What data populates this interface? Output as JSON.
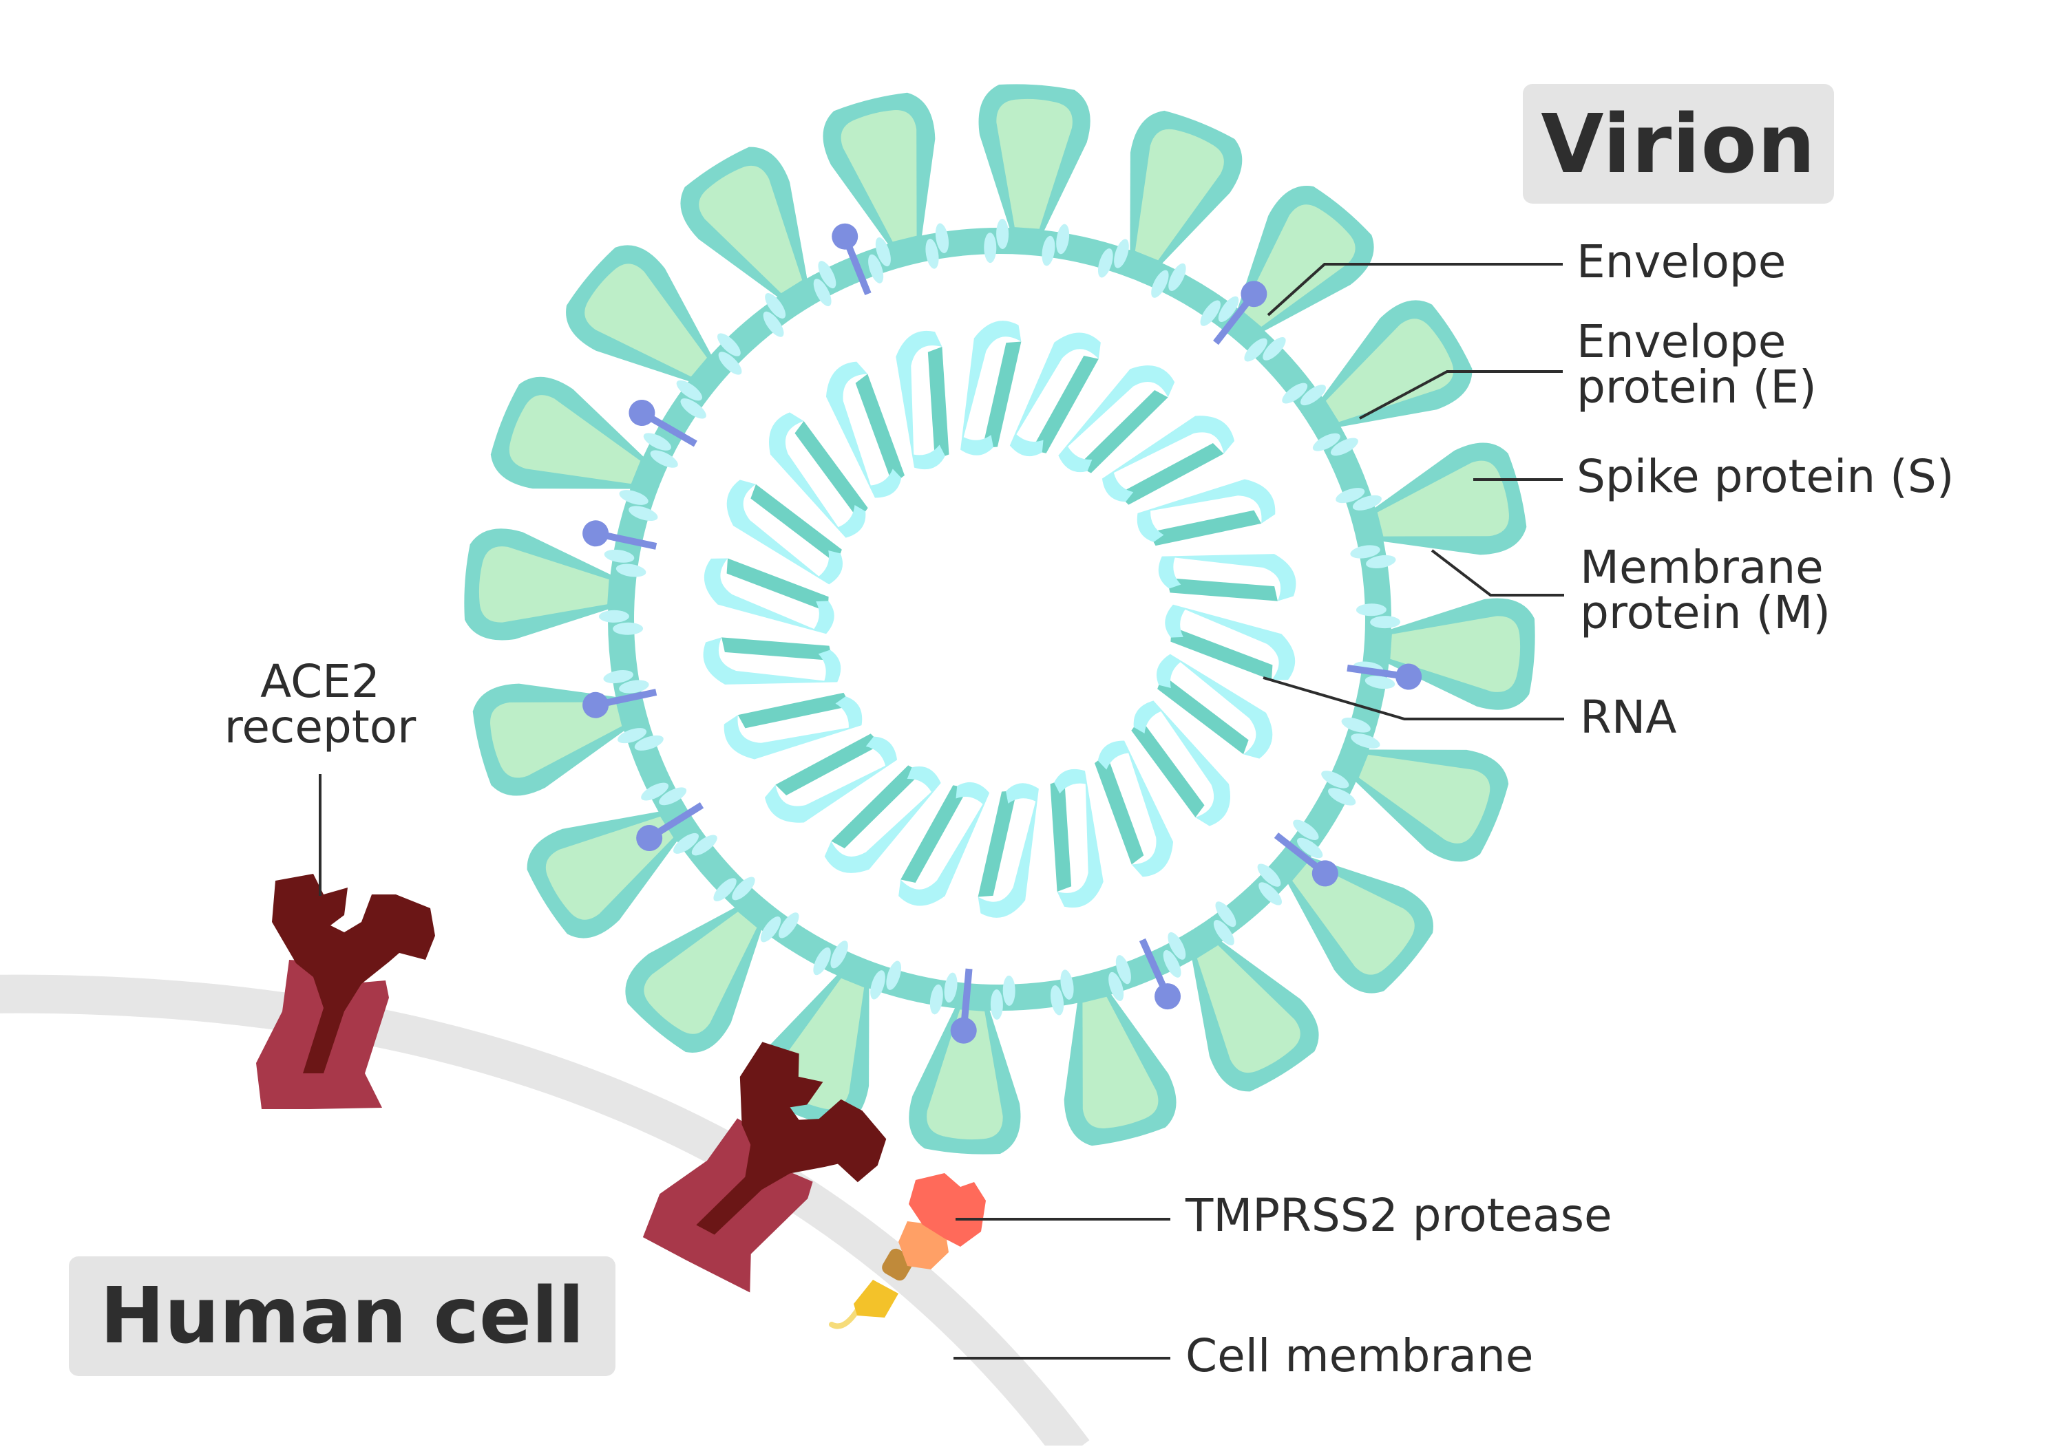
{
  "titles": {
    "virion": "Virion",
    "human_cell": "Human cell"
  },
  "labels": {
    "envelope": "Envelope",
    "envelope_protein": [
      "Envelope",
      "protein (E)"
    ],
    "spike_protein": "Spike protein (S)",
    "membrane_protein": [
      "Membrane",
      "protein (M)"
    ],
    "rna": "RNA",
    "ace2_receptor": [
      "ACE2",
      "receptor"
    ],
    "tmprss2": "TMPRSS2 protease",
    "cell_membrane": "Cell membrane"
  },
  "colors": {
    "envelope": "#7ed8cc",
    "spike_outer": "#7ed8cc",
    "spike_inner": "#bdeec8",
    "e_protein": "#bff3f7",
    "m_protein": "#7d8ee0",
    "rna_front": "#aef5f8",
    "rna_back": "#6fd2c4",
    "ace2_top": "#6b1616",
    "ace2_base": "#a8384a",
    "membrane": "#e6e6e6",
    "tmprss2_top": "#ff6a5a",
    "tmprss2_mid": "#ffa066",
    "tmprss2_stem": "#f3c22a",
    "leader": "#2d2d2d",
    "title_bg": "#e4e4e4"
  }
}
